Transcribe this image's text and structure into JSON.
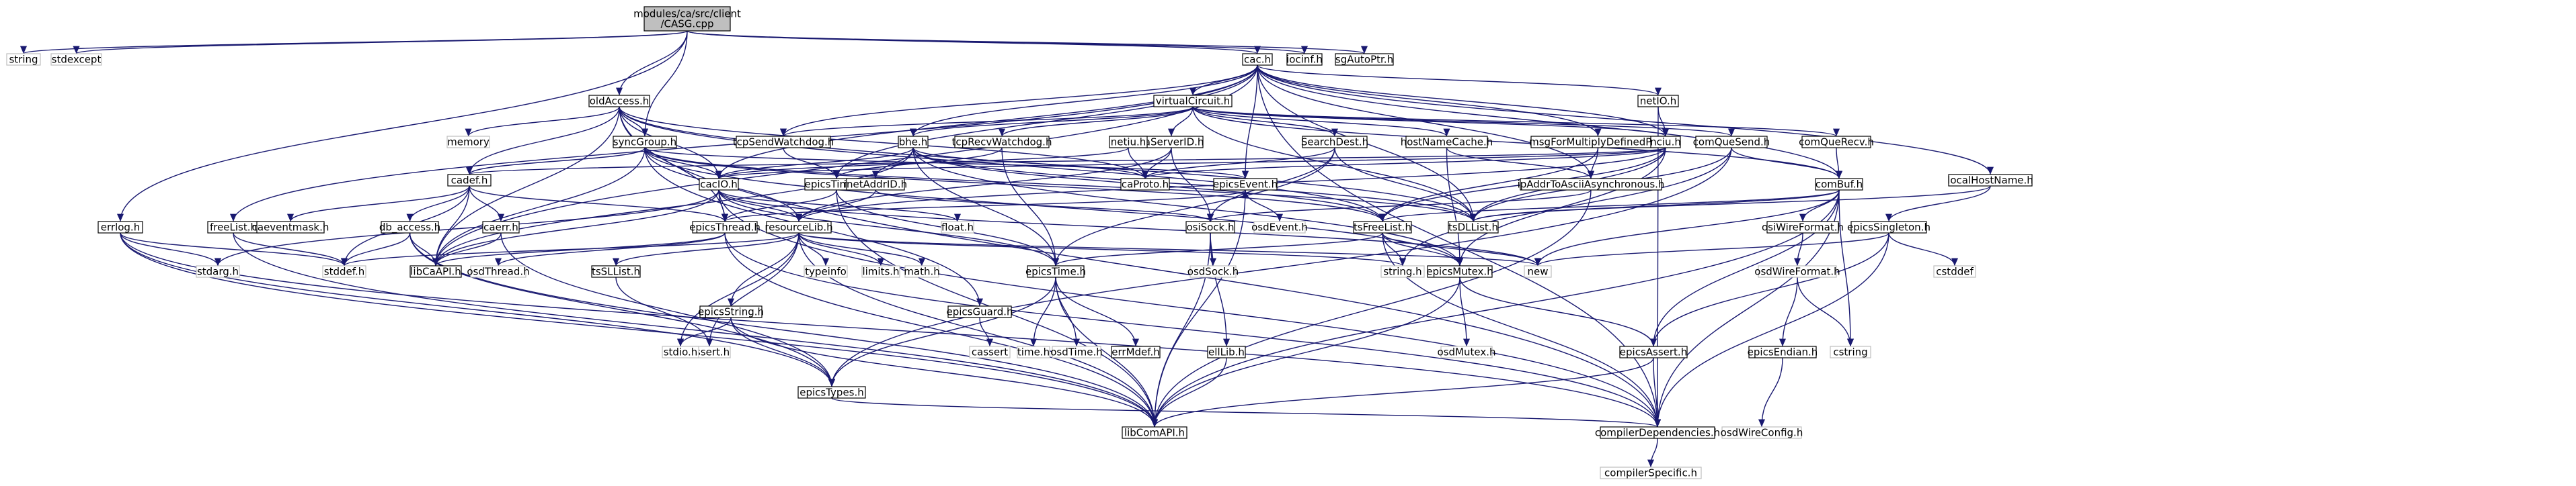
{
  "diagram": {
    "colors": {
      "edge": "#191970",
      "node_fill": "#ffffff",
      "node_border_linked": "#000000",
      "node_border_external": "#bfbfbf",
      "root_fill": "#bfbfbf"
    },
    "nodes": [
      {
        "id": "cac",
        "label": "modules/ca/src/client\n/CASG.cpp",
        "kind": "root"
      },
      {
        "id": "string",
        "label": "string",
        "kind": "external"
      },
      {
        "id": "stdexcept",
        "label": "stdexcept",
        "kind": "external"
      },
      {
        "id": "errlog",
        "label": "errlog.h",
        "kind": "linked"
      },
      {
        "id": "oldAccess",
        "label": "oldAccess.h",
        "kind": "linked"
      },
      {
        "id": "syncGroup",
        "label": "syncGroup.h",
        "kind": "linked"
      },
      {
        "id": "cach",
        "label": "cac.h",
        "kind": "linked"
      },
      {
        "id": "iocinf",
        "label": "iocinf.h",
        "kind": "linked"
      },
      {
        "id": "sgAutoPtr",
        "label": "sgAutoPtr.h",
        "kind": "linked"
      },
      {
        "id": "memory",
        "label": "memory",
        "kind": "external"
      },
      {
        "id": "freeList",
        "label": "freeList.h",
        "kind": "linked"
      },
      {
        "id": "virtualCircuit",
        "label": "virtualCircuit.h",
        "kind": "linked"
      },
      {
        "id": "netIO",
        "label": "netIO.h",
        "kind": "linked"
      },
      {
        "id": "tcpSendWatchdog",
        "label": "tcpSendWatchdog.h",
        "kind": "linked"
      },
      {
        "id": "bhe",
        "label": "bhe.h",
        "kind": "linked"
      },
      {
        "id": "tcpRecvWatchdog",
        "label": "tcpRecvWatchdog.h",
        "kind": "linked"
      },
      {
        "id": "caServerID",
        "label": "caServerID.h",
        "kind": "linked"
      },
      {
        "id": "SearchDest",
        "label": "SearchDest.h",
        "kind": "linked"
      },
      {
        "id": "hostNameCache",
        "label": "hostNameCache.h",
        "kind": "linked"
      },
      {
        "id": "msgForMultiplyDefinedPV",
        "label": "msgForMultiplyDefinedPV.h",
        "kind": "linked"
      },
      {
        "id": "netiu",
        "label": "netiu.h",
        "kind": "linked"
      },
      {
        "id": "nciu",
        "label": "nciu.h",
        "kind": "linked"
      },
      {
        "id": "comQueSend",
        "label": "comQueSend.h",
        "kind": "linked"
      },
      {
        "id": "comQueRecv",
        "label": "comQueRecv.h",
        "kind": "linked"
      },
      {
        "id": "localHostName",
        "label": "localHostName.h",
        "kind": "linked"
      },
      {
        "id": "cadef",
        "label": "cadef.h",
        "kind": "linked"
      },
      {
        "id": "caProto",
        "label": "caProto.h",
        "kind": "linked"
      },
      {
        "id": "cacIO",
        "label": "cacIO.h",
        "kind": "linked"
      },
      {
        "id": "epicsTimer",
        "label": "epicsTimer.h",
        "kind": "linked"
      },
      {
        "id": "inetAddrID",
        "label": "inetAddrID.h",
        "kind": "linked"
      },
      {
        "id": "epicsEvent",
        "label": "epicsEvent.h",
        "kind": "linked"
      },
      {
        "id": "ipAddrToAsciiAsynchronous",
        "label": "ipAddrToAsciiAsynchronous.h",
        "kind": "linked"
      },
      {
        "id": "comBuf",
        "label": "comBuf.h",
        "kind": "linked"
      },
      {
        "id": "caeventmask",
        "label": "caeventmask.h",
        "kind": "linked"
      },
      {
        "id": "db_access",
        "label": "db_access.h",
        "kind": "linked"
      },
      {
        "id": "caerr",
        "label": "caerr.h",
        "kind": "linked"
      },
      {
        "id": "epicsThread",
        "label": "epicsThread.h",
        "kind": "linked"
      },
      {
        "id": "resourceLib",
        "label": "resourceLib.h",
        "kind": "linked"
      },
      {
        "id": "float",
        "label": "float.h",
        "kind": "external"
      },
      {
        "id": "osiSock",
        "label": "osiSock.h",
        "kind": "linked"
      },
      {
        "id": "osdEvent",
        "label": "osdEvent.h",
        "kind": "external"
      },
      {
        "id": "tsFreeList",
        "label": "tsFreeList.h",
        "kind": "linked"
      },
      {
        "id": "tsDLList",
        "label": "tsDLList.h",
        "kind": "linked"
      },
      {
        "id": "osiWireFormat",
        "label": "osiWireFormat.h",
        "kind": "linked"
      },
      {
        "id": "epicsSingleton",
        "label": "epicsSingleton.h",
        "kind": "linked"
      },
      {
        "id": "stdarg",
        "label": "stdarg.h",
        "kind": "external"
      },
      {
        "id": "stddef",
        "label": "stddef.h",
        "kind": "external"
      },
      {
        "id": "libCaAPI",
        "label": "libCaAPI.h",
        "kind": "linked"
      },
      {
        "id": "osdThread",
        "label": "osdThread.h",
        "kind": "external"
      },
      {
        "id": "tsSLList",
        "label": "tsSLList.h",
        "kind": "linked"
      },
      {
        "id": "typeinfo",
        "label": "typeinfo",
        "kind": "external"
      },
      {
        "id": "limits",
        "label": "limits.h",
        "kind": "external"
      },
      {
        "id": "math",
        "label": "math.h",
        "kind": "external"
      },
      {
        "id": "epicsString",
        "label": "epicsString.h",
        "kind": "linked"
      },
      {
        "id": "epicsGuard",
        "label": "epicsGuard.h",
        "kind": "linked"
      },
      {
        "id": "epicsTime",
        "label": "epicsTime.h",
        "kind": "linked"
      },
      {
        "id": "osdSock",
        "label": "osdSock.h",
        "kind": "external"
      },
      {
        "id": "stringh",
        "label": "string.h",
        "kind": "external"
      },
      {
        "id": "epicsMutex",
        "label": "epicsMutex.h",
        "kind": "linked"
      },
      {
        "id": "new",
        "label": "new",
        "kind": "external"
      },
      {
        "id": "osdWireFormat",
        "label": "osdWireFormat.h",
        "kind": "external"
      },
      {
        "id": "cstddef",
        "label": "cstddef",
        "kind": "external"
      },
      {
        "id": "assert",
        "label": "assert.h",
        "kind": "external"
      },
      {
        "id": "stdio",
        "label": "stdio.h",
        "kind": "external"
      },
      {
        "id": "cassert",
        "label": "cassert",
        "kind": "external"
      },
      {
        "id": "timeh",
        "label": "time.h",
        "kind": "external"
      },
      {
        "id": "osdTime",
        "label": "osdTime.h",
        "kind": "external"
      },
      {
        "id": "errMdef",
        "label": "errMdef.h",
        "kind": "linked"
      },
      {
        "id": "ellLib",
        "label": "ellLib.h",
        "kind": "linked"
      },
      {
        "id": "osdMutex",
        "label": "osdMutex.h",
        "kind": "external"
      },
      {
        "id": "epicsAssert",
        "label": "epicsAssert.h",
        "kind": "linked"
      },
      {
        "id": "epicsEndian",
        "label": "epicsEndian.h",
        "kind": "linked"
      },
      {
        "id": "cstring",
        "label": "cstring",
        "kind": "external"
      },
      {
        "id": "epicsTypes",
        "label": "epicsTypes.h",
        "kind": "linked"
      },
      {
        "id": "libComAPI",
        "label": "libComAPI.h",
        "kind": "linked"
      },
      {
        "id": "compilerDependencies",
        "label": "compilerDependencies.h",
        "kind": "linked"
      },
      {
        "id": "osdWireConfig",
        "label": "osdWireConfig.h",
        "kind": "external"
      },
      {
        "id": "compilerSpecific",
        "label": "compilerSpecific.h",
        "kind": "external"
      }
    ],
    "edges": [
      [
        "cac",
        "string"
      ],
      [
        "cac",
        "stdexcept"
      ],
      [
        "cac",
        "errlog"
      ],
      [
        "cac",
        "oldAccess"
      ],
      [
        "cac",
        "syncGroup"
      ],
      [
        "cac",
        "cach"
      ],
      [
        "cac",
        "iocinf"
      ],
      [
        "cac",
        "sgAutoPtr"
      ],
      [
        "oldAccess",
        "memory"
      ],
      [
        "oldAccess",
        "syncGroup"
      ],
      [
        "oldAccess",
        "cadef"
      ],
      [
        "oldAccess",
        "cacIO"
      ],
      [
        "oldAccess",
        "caProto"
      ],
      [
        "oldAccess",
        "tsDLList"
      ],
      [
        "oldAccess",
        "libCaAPI"
      ],
      [
        "oldAccess",
        "tsFreeList"
      ],
      [
        "oldAccess",
        "epicsThread"
      ],
      [
        "oldAccess",
        "compilerDependencies"
      ],
      [
        "syncGroup",
        "cadef"
      ],
      [
        "syncGroup",
        "cacIO"
      ],
      [
        "syncGroup",
        "epicsEvent"
      ],
      [
        "syncGroup",
        "tsDLList"
      ],
      [
        "syncGroup",
        "tsFreeList"
      ],
      [
        "syncGroup",
        "resourceLib"
      ],
      [
        "syncGroup",
        "libCaAPI"
      ],
      [
        "syncGroup",
        "epicsMutex"
      ],
      [
        "syncGroup",
        "epicsGuard"
      ],
      [
        "cach",
        "freeList"
      ],
      [
        "cach",
        "virtualCircuit"
      ],
      [
        "cach",
        "netIO"
      ],
      [
        "cach",
        "tcpSendWatchdog"
      ],
      [
        "cach",
        "bhe"
      ],
      [
        "cach",
        "cacIO"
      ],
      [
        "cach",
        "epicsEvent"
      ],
      [
        "cach",
        "ipAddrToAsciiAsynchronous"
      ],
      [
        "cach",
        "msgForMultiplyDefinedPV"
      ],
      [
        "cach",
        "localHostName"
      ],
      [
        "cach",
        "nciu"
      ],
      [
        "cach",
        "comBuf"
      ],
      [
        "cach",
        "tsDLList"
      ],
      [
        "cach",
        "epicsTimer"
      ],
      [
        "cach",
        "libCaAPI"
      ],
      [
        "cach",
        "compilerDependencies"
      ],
      [
        "virtualCircuit",
        "tcpSendWatchdog"
      ],
      [
        "virtualCircuit",
        "tcpRecvWatchdog"
      ],
      [
        "virtualCircuit",
        "caServerID"
      ],
      [
        "virtualCircuit",
        "SearchDest"
      ],
      [
        "virtualCircuit",
        "hostNameCache"
      ],
      [
        "virtualCircuit",
        "comQueSend"
      ],
      [
        "virtualCircuit",
        "comQueRecv"
      ],
      [
        "virtualCircuit",
        "nciu"
      ],
      [
        "virtualCircuit",
        "tsDLList"
      ],
      [
        "virtualCircuit",
        "comBuf"
      ],
      [
        "virtualCircuit",
        "bhe"
      ],
      [
        "netIO",
        "nciu"
      ],
      [
        "netIO",
        "compilerDependencies"
      ],
      [
        "tcpSendWatchdog",
        "epicsTimer"
      ],
      [
        "tcpRecvWatchdog",
        "epicsTimer"
      ],
      [
        "tcpRecvWatchdog",
        "epicsTime"
      ],
      [
        "bhe",
        "tsDLList"
      ],
      [
        "bhe",
        "inetAddrID"
      ],
      [
        "bhe",
        "caProto"
      ],
      [
        "bhe",
        "epicsTime"
      ],
      [
        "bhe",
        "tsFreeList"
      ],
      [
        "bhe",
        "libCaAPI"
      ],
      [
        "bhe",
        "epicsMutex"
      ],
      [
        "bhe",
        "cacIO"
      ],
      [
        "caServerID",
        "osiSock"
      ],
      [
        "caServerID",
        "resourceLib"
      ],
      [
        "caServerID",
        "caProto"
      ],
      [
        "SearchDest",
        "tsDLList"
      ],
      [
        "SearchDest",
        "osiSock"
      ],
      [
        "SearchDest",
        "epicsTime"
      ],
      [
        "SearchDest",
        "caProto"
      ],
      [
        "hostNameCache",
        "ipAddrToAsciiAsynchronous"
      ],
      [
        "hostNameCache",
        "epicsMutex"
      ],
      [
        "msgForMultiplyDefinedPV",
        "ipAddrToAsciiAsynchronous"
      ],
      [
        "msgForMultiplyDefinedPV",
        "tsFreeList"
      ],
      [
        "netiu",
        "cacIO"
      ],
      [
        "netiu",
        "caProto"
      ],
      [
        "nciu",
        "cadef"
      ],
      [
        "nciu",
        "resourceLib"
      ],
      [
        "nciu",
        "tsDLList"
      ],
      [
        "nciu",
        "tsFreeList"
      ],
      [
        "nciu",
        "caProto"
      ],
      [
        "nciu",
        "epicsMutex"
      ],
      [
        "nciu",
        "cacIO"
      ],
      [
        "comQueSend",
        "comBuf"
      ],
      [
        "comQueSend",
        "tsDLList"
      ],
      [
        "comQueSend",
        "epicsTypes"
      ],
      [
        "comQueSend",
        "stringh"
      ],
      [
        "comQueRecv",
        "comBuf"
      ],
      [
        "localHostName",
        "epicsSingleton"
      ],
      [
        "localHostName",
        "tsDLList"
      ],
      [
        "cadef",
        "caerr"
      ],
      [
        "cadef",
        "caeventmask"
      ],
      [
        "cadef",
        "db_access"
      ],
      [
        "cadef",
        "epicsThread"
      ],
      [
        "cadef",
        "libCaAPI"
      ],
      [
        "cadef",
        "stddef"
      ],
      [
        "cacIO",
        "epicsThread"
      ],
      [
        "cacIO",
        "resourceLib"
      ],
      [
        "cacIO",
        "new"
      ],
      [
        "cacIO",
        "stdarg"
      ],
      [
        "cacIO",
        "libCaAPI"
      ],
      [
        "cacIO",
        "epicsTime"
      ],
      [
        "cacIO",
        "compilerDependencies"
      ],
      [
        "cacIO",
        "float"
      ],
      [
        "epicsTimer",
        "epicsThread"
      ],
      [
        "epicsTimer",
        "epicsTime"
      ],
      [
        "epicsTimer",
        "libComAPI"
      ],
      [
        "inetAddrID",
        "osiSock"
      ],
      [
        "inetAddrID",
        "resourceLib"
      ],
      [
        "epicsEvent",
        "osdEvent"
      ],
      [
        "epicsEvent",
        "libComAPI"
      ],
      [
        "ipAddrToAsciiAsynchronous",
        "osiSock"
      ],
      [
        "ipAddrToAsciiAsynchronous",
        "libComAPI"
      ],
      [
        "comBuf",
        "osiWireFormat"
      ],
      [
        "comBuf",
        "epicsAssert"
      ],
      [
        "comBuf",
        "tsFreeList"
      ],
      [
        "comBuf",
        "new"
      ],
      [
        "comBuf",
        "cstring"
      ],
      [
        "comBuf",
        "libComAPI"
      ],
      [
        "comBuf",
        "compilerDependencies"
      ],
      [
        "comBuf",
        "tsDLList"
      ],
      [
        "db_access",
        "stddef"
      ],
      [
        "db_access",
        "libCaAPI"
      ],
      [
        "db_access",
        "epicsTypes"
      ],
      [
        "db_access",
        "libComAPI"
      ],
      [
        "caerr",
        "libCaAPI"
      ],
      [
        "caerr",
        "epicsTypes"
      ],
      [
        "epicsThread",
        "libCaAPI"
      ],
      [
        "epicsThread",
        "osdThread"
      ],
      [
        "epicsThread",
        "epicsEvent"
      ],
      [
        "epicsThread",
        "compilerDependencies"
      ],
      [
        "epicsThread",
        "libComAPI"
      ],
      [
        "resourceLib",
        "tsSLList"
      ],
      [
        "resourceLib",
        "typeinfo"
      ],
      [
        "resourceLib",
        "limits"
      ],
      [
        "resourceLib",
        "math"
      ],
      [
        "resourceLib",
        "epicsString"
      ],
      [
        "resourceLib",
        "stringh"
      ],
      [
        "resourceLib",
        "stdio"
      ],
      [
        "resourceLib",
        "new"
      ],
      [
        "resourceLib",
        "assert"
      ],
      [
        "resourceLib",
        "libComAPI"
      ],
      [
        "resourceLib",
        "stddef"
      ],
      [
        "osiSock",
        "osdSock"
      ],
      [
        "osiSock",
        "ellLib"
      ],
      [
        "osiSock",
        "libComAPI"
      ],
      [
        "tsFreeList",
        "epicsMutex"
      ],
      [
        "tsFreeList",
        "new"
      ],
      [
        "tsFreeList",
        "stringh"
      ],
      [
        "tsFreeList",
        "compilerDependencies"
      ],
      [
        "tsFreeList",
        "epicsTime"
      ],
      [
        "osiWireFormat",
        "osdWireFormat"
      ],
      [
        "epicsSingleton",
        "new"
      ],
      [
        "epicsSingleton",
        "cstddef"
      ],
      [
        "epicsSingleton",
        "epicsAssert"
      ],
      [
        "epicsSingleton",
        "compilerDependencies"
      ],
      [
        "errlog",
        "stdarg"
      ],
      [
        "errlog",
        "stddef"
      ],
      [
        "errlog",
        "libComAPI"
      ],
      [
        "errlog",
        "epicsTypes"
      ],
      [
        "errlog",
        "compilerDependencies"
      ],
      [
        "freeList",
        "stddef"
      ],
      [
        "freeList",
        "libComAPI"
      ],
      [
        "tsSLList",
        "assert"
      ],
      [
        "epicsString",
        "epicsTypes"
      ],
      [
        "epicsString",
        "stdio"
      ],
      [
        "epicsString",
        "libComAPI"
      ],
      [
        "epicsGuard",
        "cassert"
      ],
      [
        "epicsTime",
        "timeh"
      ],
      [
        "epicsTime",
        "osdTime"
      ],
      [
        "epicsTime",
        "errMdef"
      ],
      [
        "epicsTime",
        "epicsTypes"
      ],
      [
        "epicsTime",
        "libComAPI"
      ],
      [
        "epicsMutex",
        "osdMutex"
      ],
      [
        "epicsMutex",
        "epicsAssert"
      ],
      [
        "epicsMutex",
        "libComAPI"
      ],
      [
        "ellLib",
        "libComAPI"
      ],
      [
        "epicsAssert",
        "libComAPI"
      ],
      [
        "epicsAssert",
        "compilerDependencies"
      ],
      [
        "osdWireFormat",
        "epicsEndian"
      ],
      [
        "osdWireFormat",
        "cstring"
      ],
      [
        "epicsEndian",
        "osdWireConfig"
      ],
      [
        "epicsTypes",
        "compilerDependencies"
      ],
      [
        "compilerDependencies",
        "compilerSpecific"
      ]
    ]
  }
}
